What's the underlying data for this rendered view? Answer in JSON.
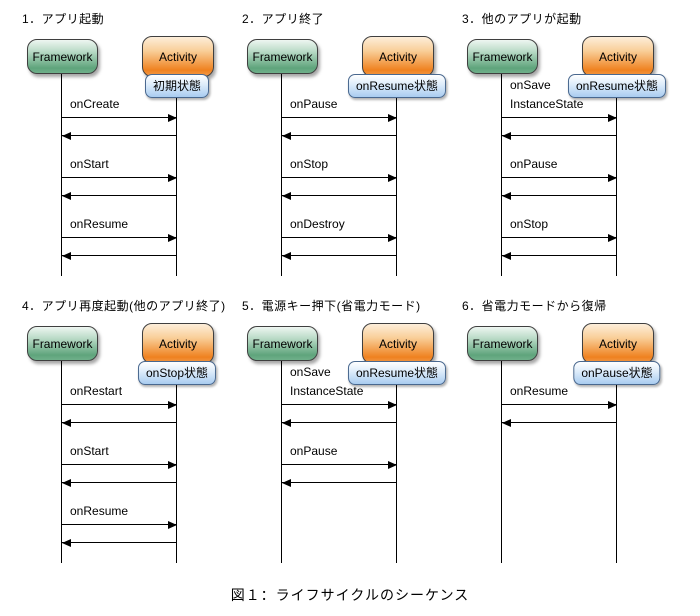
{
  "caption": "図１：ライフサイクルのシーケンス",
  "actors": {
    "left": "Framework",
    "right": "Activity"
  },
  "colors": {
    "framework_box": "#5fa47c",
    "activity_box": "#ef811f",
    "state_badge": "#a9ccf0",
    "badge_border": "#49688f",
    "line": "#000000",
    "background": "#ffffff"
  },
  "panels": [
    {
      "title": "1．アプリ起動",
      "state": "初期状態",
      "messages": [
        "onCreate",
        "onStart",
        "onResume"
      ]
    },
    {
      "title": "2．アプリ終了",
      "state": "onResume状態",
      "messages": [
        "onPause",
        "onStop",
        "onDestroy"
      ]
    },
    {
      "title": "3．他のアプリが起動",
      "state": "onResume状態",
      "messages": [
        "onSave\nInstanceState",
        "onPause",
        "onStop"
      ]
    },
    {
      "title": "4．アプリ再度起動(他のアプリ終了)",
      "state": "onStop状態",
      "messages": [
        "onRestart",
        "onStart",
        "onResume"
      ]
    },
    {
      "title": "5．電源キー押下(省電力モード)",
      "state": "onResume状態",
      "messages": [
        "onSave\nInstanceState",
        "onPause"
      ]
    },
    {
      "title": "6．省電力モードから復帰",
      "state": "onPause状態",
      "messages": [
        "onResume"
      ]
    }
  ]
}
